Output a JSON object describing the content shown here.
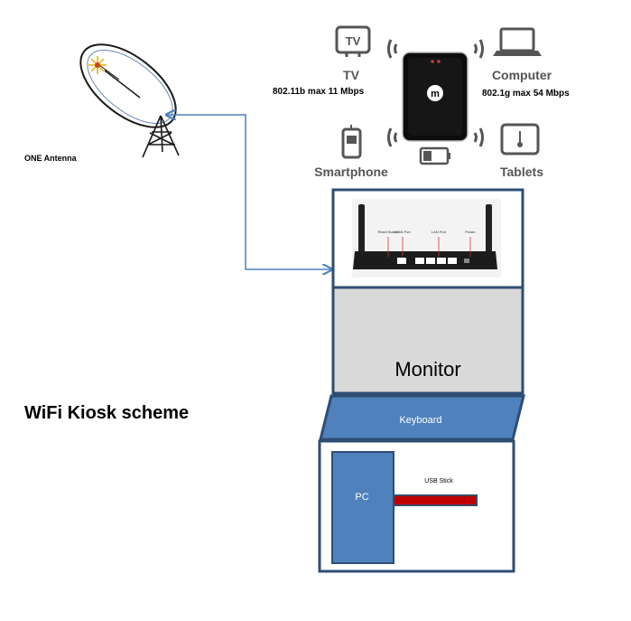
{
  "title": "WiFi Kiosk scheme",
  "antenna": {
    "label": "ONE Antenna"
  },
  "devices": {
    "tv": {
      "label": "TV",
      "spec": "802.11b max 11 Mbps",
      "screen_text": "TV"
    },
    "computer": {
      "label": "Computer",
      "spec": "802.1g max 54 Mbps"
    },
    "smartphone": {
      "label": "Smartphone"
    },
    "tablets": {
      "label": "Tablets"
    },
    "hotspot": {
      "logo": "m"
    }
  },
  "router": {
    "port_labels": [
      "Reset Button",
      "WAN Port",
      "LAN Port",
      "Power"
    ]
  },
  "kiosk": {
    "monitor_label": "Monitor",
    "keyboard_label": "Keyboard",
    "pc_label": "PC",
    "usb_label": "USB Stick"
  },
  "colors": {
    "kiosk_border": "#2e4d73",
    "kiosk_blue": "#4f81bd",
    "monitor_gray": "#d9d9d9",
    "arrow": "#4f81bd",
    "usb_red": "#c00000",
    "icon_gray": "#555555"
  }
}
